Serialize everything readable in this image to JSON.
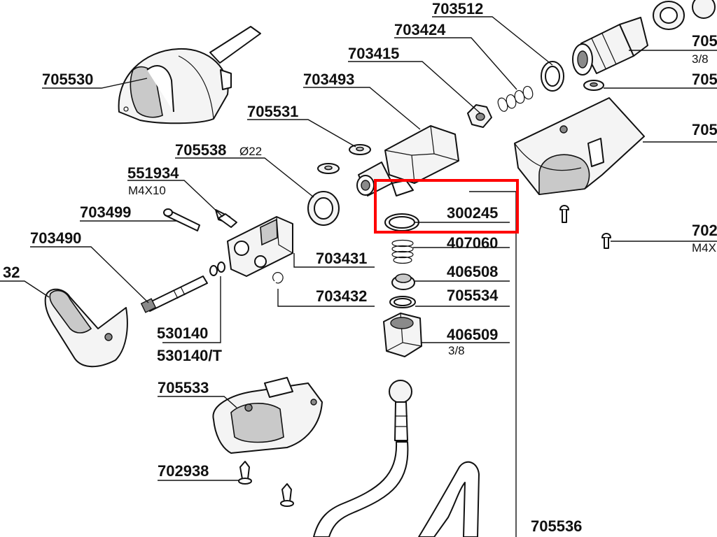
{
  "labels": {
    "p703512": "703512",
    "p703424": "703424",
    "p703415": "703415",
    "p703493": "703493",
    "p705530": "705530",
    "p705531": "705531",
    "p705538": "705538",
    "p705538_dim": "Ø22",
    "p551934": "551934",
    "p551934_dim": "M4X10",
    "p703499": "703499",
    "p703490": "703490",
    "p32": "32",
    "p703431": "703431",
    "p703432": "703432",
    "p530140": "530140",
    "p530140T": "530140/T",
    "p705533": "705533",
    "p702938": "702938",
    "p300245": "300245",
    "p407060": "407060",
    "p406508": "406508",
    "p705534": "705534",
    "p406509": "406509",
    "p406509_dim": "3/8",
    "p705536": "705536",
    "pr_705a": "705",
    "pr_38": "3/8",
    "pr_705b": "705",
    "pr_705c": "705",
    "pr_702": "702",
    "pr_m4x": "M4X"
  },
  "highlight": {
    "part": "300245",
    "color": "#ff0000"
  }
}
